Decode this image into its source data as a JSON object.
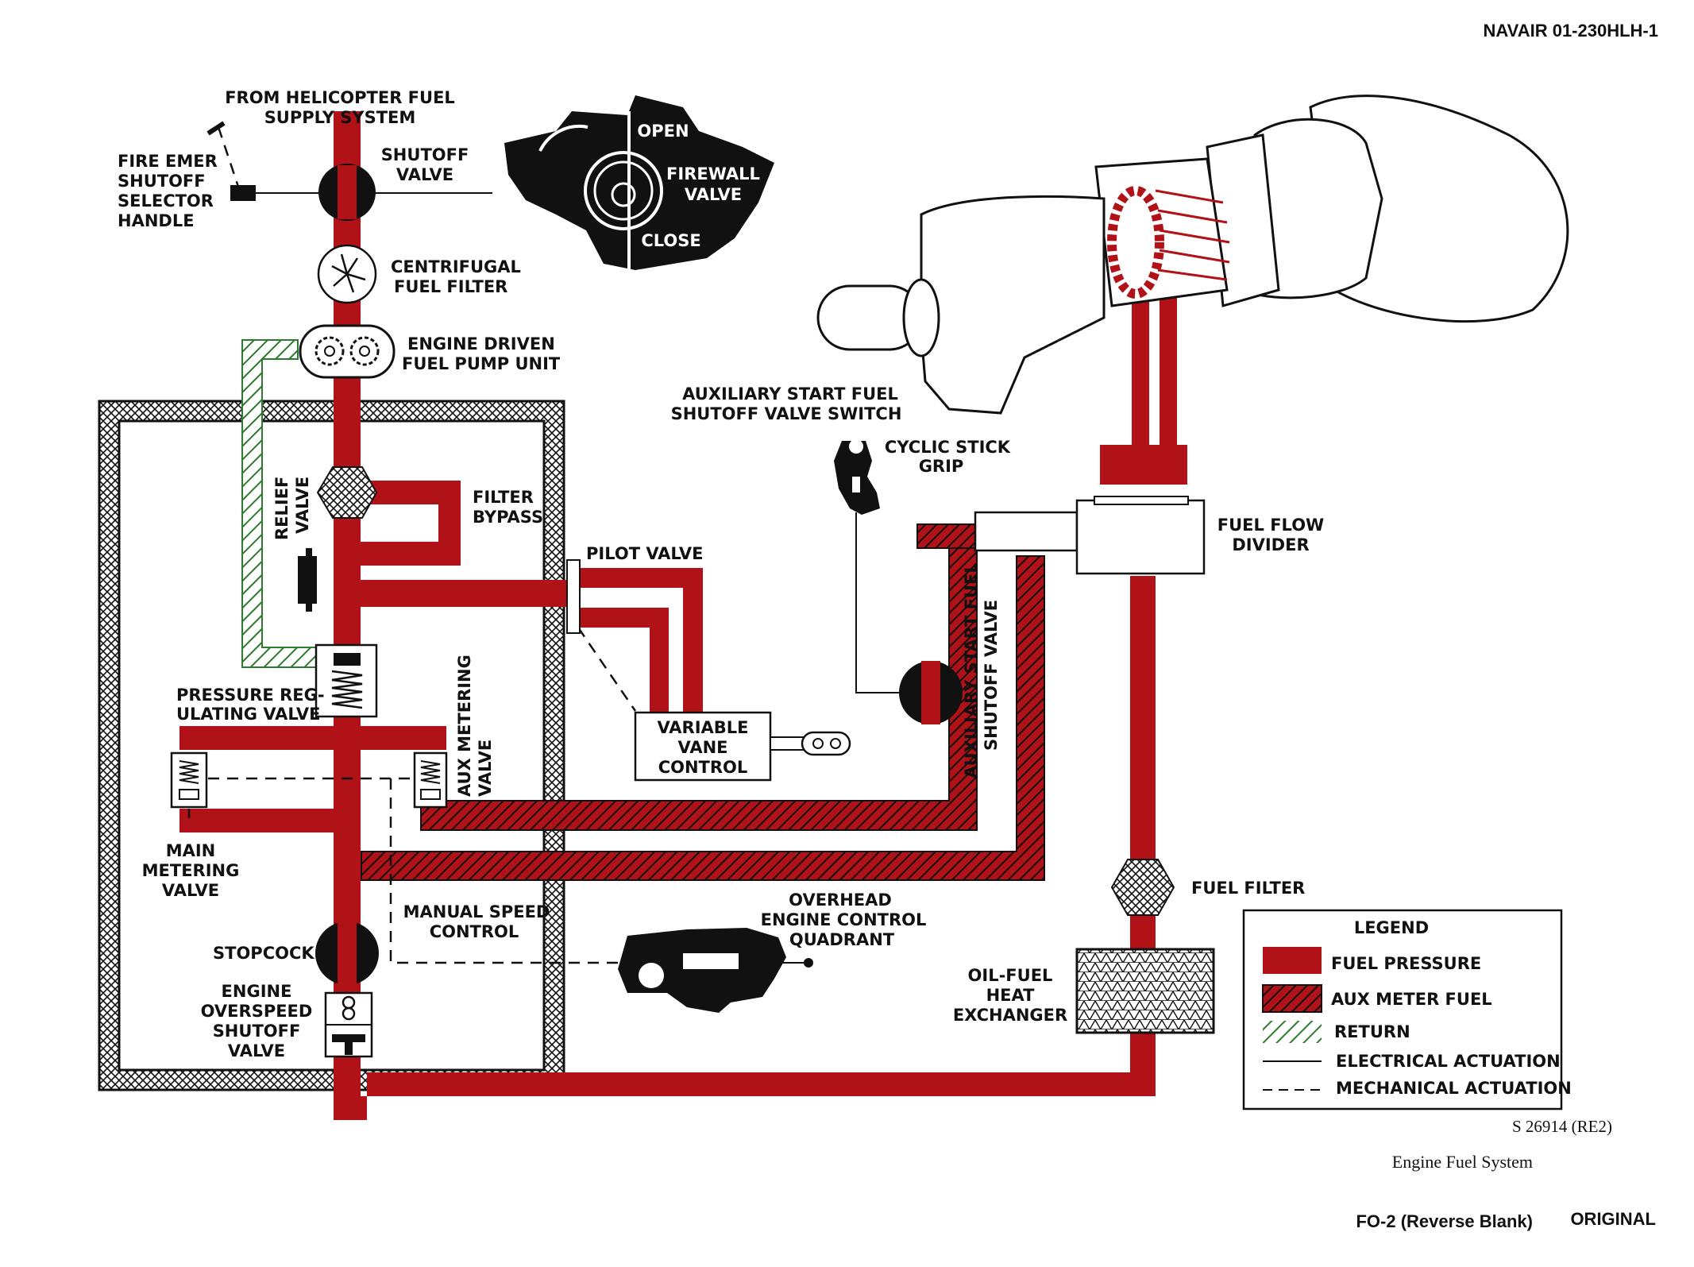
{
  "header": {
    "doc_id": "NAVAIR 01-230HLH-1"
  },
  "footer": {
    "figure_ref": "S 26914 (RE2)",
    "caption": "Engine Fuel System",
    "page_ref": "FO-2 (Reverse Blank)",
    "status": "ORIGINAL"
  },
  "labels": {
    "supply_1": "FROM HELICOPTER FUEL",
    "supply_2": "SUPPLY SYSTEM",
    "fire_1": "FIRE EMER",
    "fire_2": "SHUTOFF",
    "fire_3": "SELECTOR",
    "fire_4": "HANDLE",
    "shutoff_1": "SHUTOFF",
    "shutoff_2": "VALVE",
    "fw_open": "OPEN",
    "fw_name_1": "FIREWALL",
    "fw_name_2": "VALVE",
    "fw_close": "CLOSE",
    "cf_1": "CENTRIFUGAL",
    "cf_2": "FUEL FILTER",
    "pump_1": "ENGINE DRIVEN",
    "pump_2": "FUEL PUMP UNIT",
    "relief_1": "RELIEF",
    "relief_2": "VALVE",
    "bypass_1": "FILTER",
    "bypass_2": "BYPASS",
    "aux_sw_1": "AUXILIARY START FUEL",
    "aux_sw_2": "SHUTOFF VALVE SWITCH",
    "grip_1": "CYCLIC STICK",
    "grip_2": "GRIP",
    "pilot": "PILOT VALVE",
    "divider_1": "FUEL FLOW",
    "divider_2": "DIVIDER",
    "aux_valve_1": "AUXILIARY START FUEL",
    "aux_valve_2": "SHUTOFF VALVE",
    "prv_1": "PRESSURE REG-",
    "prv_2": "ULATING VALVE",
    "aux_meter_1": "AUX METERING",
    "aux_meter_2": "VALVE",
    "vvc_1": "VARIABLE",
    "vvc_2": "VANE",
    "vvc_3": "CONTROL",
    "mmv_1": "MAIN",
    "mmv_2": "METERING",
    "mmv_3": "VALVE",
    "msc_1": "MANUAL SPEED",
    "msc_2": "CONTROL",
    "ohq_1": "OVERHEAD",
    "ohq_2": "ENGINE CONTROL",
    "ohq_3": "QUADRANT",
    "filter": "FUEL FILTER",
    "stopcock": "STOPCOCK",
    "os_1": "ENGINE",
    "os_2": "OVERSPEED",
    "os_3": "SHUTOFF",
    "os_4": "VALVE",
    "hx_1": "OIL-FUEL",
    "hx_2": "HEAT",
    "hx_3": "EXCHANGER"
  },
  "legend": {
    "title": "LEGEND",
    "fuel_pressure": "FUEL PRESSURE",
    "aux_meter_fuel": "AUX METER FUEL",
    "return": "RETURN",
    "electrical": "ELECTRICAL ACTUATION",
    "mechanical": "MECHANICAL ACTUATION"
  },
  "colors": {
    "fuel_pressure": "#b01217",
    "return": "#2e7a2e",
    "ink": "#111111"
  }
}
